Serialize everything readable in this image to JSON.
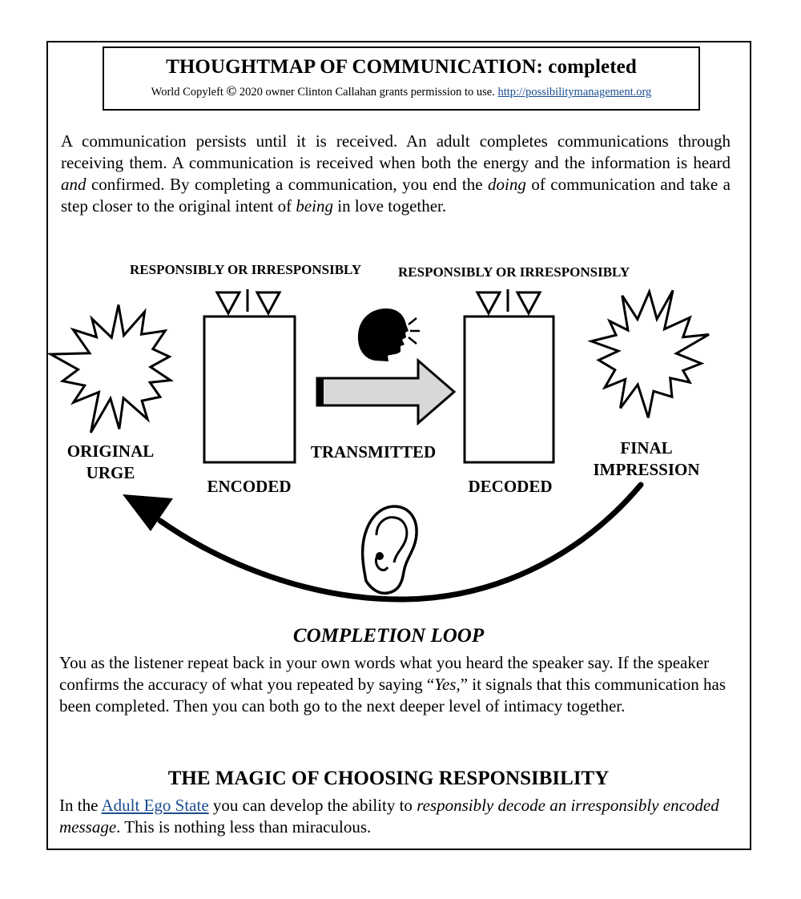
{
  "header": {
    "title": "THOUGHTMAP OF COMMUNICATION: completed",
    "copyleft_prefix": "World Copyleft ",
    "copyleft_symbol": "©",
    "copyleft_text": " 2020 owner Clinton Callahan grants permission to use. ",
    "link": "http://possibilitymanagement.org"
  },
  "intro": {
    "p1": "A communication persists until it is received. An adult completes communications through receiving them. A communication is received when both the energy and the information is heard ",
    "em1": "and",
    "p2": " confirmed. By completing a communication, you end the ",
    "em2": "doing",
    "p3": " of communication and take a step closer to the original intent of ",
    "em3": "being",
    "p4": " in love together."
  },
  "diagram": {
    "responsibility_left": "RESPONSIBLY OR IRRESPONSIBLY",
    "responsibility_right": "RESPONSIBLY OR IRRESPONSIBLY",
    "original_urge_line1": "ORIGINAL",
    "original_urge_line2": "URGE",
    "encoded": "ENCODED",
    "transmitted": "TRANSMITTED",
    "decoded": "DECODED",
    "final_impression_line1": "FINAL",
    "final_impression_line2": "IMPRESSION"
  },
  "completion_loop": {
    "heading": "COMPLETION LOOP",
    "t1": "You as the listener repeat back in your own words what you heard the speaker say. If the speaker confirms the accuracy of what you repeated by saying “",
    "em": "Yes",
    "t2": ",” it signals that this communication has been completed. Then you can both go to the next deeper level of intimacy together."
  },
  "magic": {
    "heading": "THE MAGIC OF CHOOSING RESPONSIBILITY",
    "t1": "In the ",
    "link": "Adult Ego State",
    "t2": " you can develop the ability to ",
    "em": "responsibly decode an irresponsibly encoded message",
    "t3": ". This is nothing less than miraculous."
  },
  "icons": [
    "starburst-icon",
    "speaking-head-icon",
    "ear-icon",
    "transmit-arrow-icon",
    "triangle-marker-icon"
  ]
}
